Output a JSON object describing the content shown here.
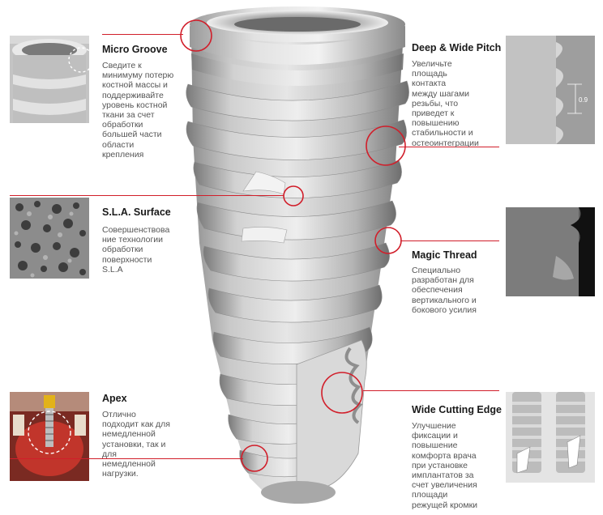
{
  "colors": {
    "accent_red": "#d11e2a",
    "title_text": "#1a1a1a",
    "body_text": "#555555"
  },
  "features": [
    {
      "title": "Micro Groove",
      "lines": [
        "Сведите к",
        "минимуму потерю",
        "костной массы и",
        "поддерживайте",
        "уровень костной",
        "ткани за счет",
        "обработки",
        "большей части",
        "области",
        "крепления"
      ]
    },
    {
      "title": "S.L.A. Surface",
      "lines": [
        "Совершенствова",
        "ние технологии",
        "обработки",
        "поверхности",
        "S.L.A"
      ]
    },
    {
      "title": "Apex",
      "lines": [
        "Отлично",
        "подходит как для",
        "немедленной",
        "установки, так и",
        "для",
        "немедленной",
        "нагрузки."
      ]
    },
    {
      "title": "Deep & Wide Pitch",
      "lines": [
        "Увеличьте",
        "площадь",
        "контакта",
        "между шагами",
        "резьбы, что",
        "приведет к",
        "повышению",
        "стабильности  и",
        "остеоинтеграции"
      ]
    },
    {
      "title": "Magic Thread",
      "lines": [
        "Специально",
        "разработан для",
        "обеспечения",
        "вертикального и",
        "бокового усилия"
      ]
    },
    {
      "title": "Wide Cutting Edge",
      "lines": [
        "Улучшение",
        "фиксации и",
        "повышение",
        "комфорта врача",
        "при установке",
        "имплантатов за",
        "счет увеличения",
        "площади",
        "режущей кромки"
      ]
    }
  ],
  "pitch_dimension": "0.9"
}
